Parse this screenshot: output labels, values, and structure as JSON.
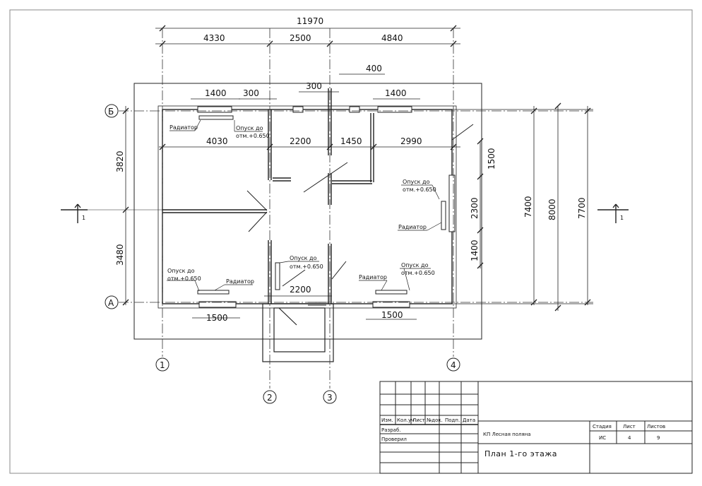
{
  "dimensions": {
    "overall_width": "11970",
    "seg_4330": "4330",
    "seg_2500": "2500",
    "seg_4840": "4840",
    "dim_400": "400",
    "dim_1400_top_left": "1400",
    "dim_300_left": "300",
    "dim_300_right": "300",
    "dim_1400_top_right": "1400",
    "inner_4030": "4030",
    "inner_2200_top": "2200",
    "inner_1450": "1450",
    "inner_2990": "2990",
    "left_3820": "3820",
    "left_3480": "3480",
    "right_1500": "1500",
    "right_2300": "2300",
    "right_1400": "1400",
    "right_7400": "7400",
    "right_8000": "8000",
    "right_7700": "7700",
    "bottom_2200": "2200",
    "bottom_1500_left": "1500",
    "bottom_1500_right": "1500"
  },
  "axes": {
    "row_b": "Б",
    "row_a": "А",
    "col_1": "1",
    "col_2": "2",
    "col_3": "3",
    "col_4": "4"
  },
  "section_marks": {
    "left": "1",
    "right": "1"
  },
  "labels": {
    "radiator": "Радиатор",
    "drop_line1": "Опуск до",
    "drop_line2": "отм.+0.650"
  },
  "title_block": {
    "headers": [
      "Изм.",
      "Кол.уч",
      "Лист",
      "№док.",
      "Подп.",
      "Дата"
    ],
    "roles": [
      "Разраб.",
      "Проверил"
    ],
    "project": "КП Лесная поляна",
    "sheet_title": "План 1-го этажа",
    "stage_label": "Стадия",
    "sheet_label": "Лист",
    "sheets_label": "Листов",
    "stage_value": "ИС",
    "sheet_value": "4",
    "sheets_value": "9"
  }
}
